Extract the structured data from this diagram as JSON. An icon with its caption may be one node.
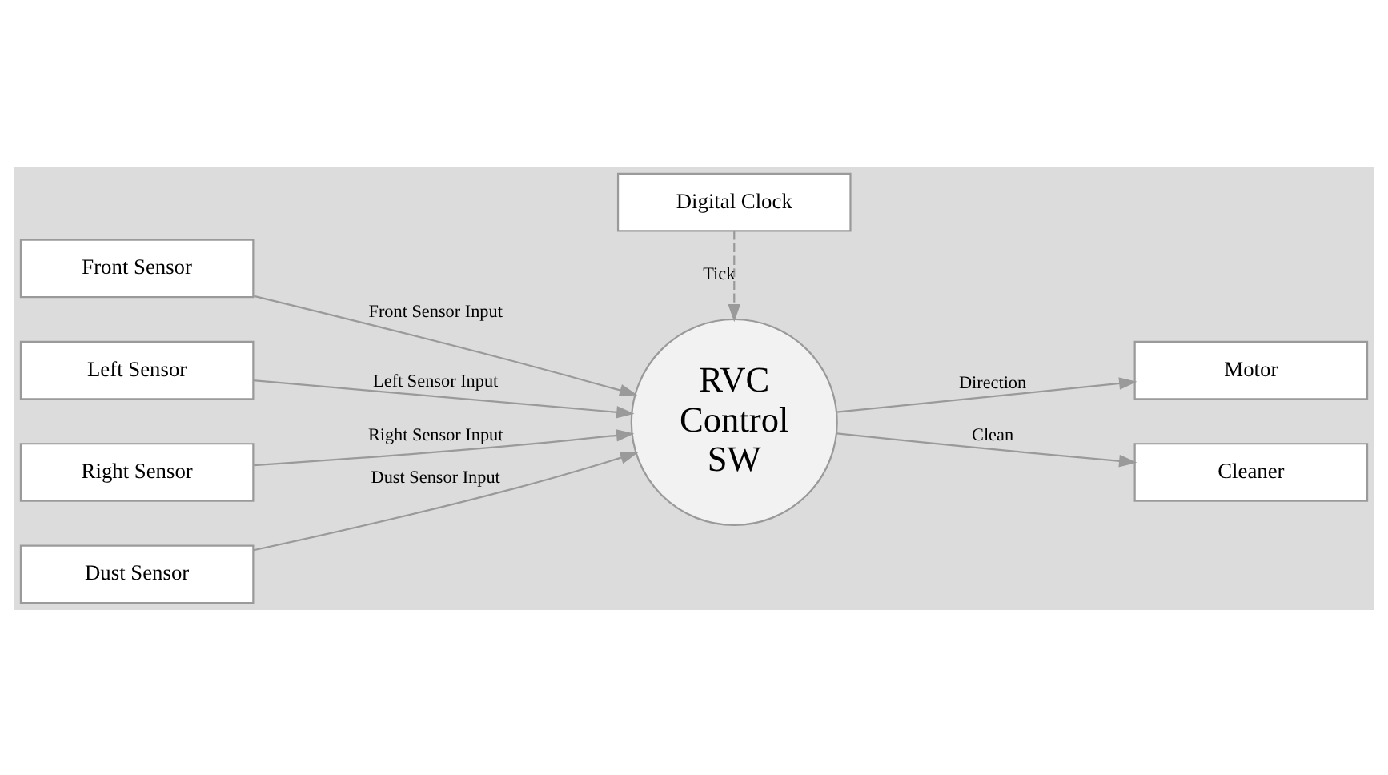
{
  "diagram": {
    "nodes": [
      {
        "text": [
          "Front Sensor"
        ]
      },
      {
        "text": [
          "Left Sensor"
        ]
      },
      {
        "text": [
          "Right Sensor"
        ]
      },
      {
        "text": [
          "Dust Sensor"
        ]
      },
      {
        "text": [
          "RVC Control SW"
        ]
      },
      {
        "text": [
          "Motor"
        ]
      },
      {
        "text": [
          "Cleaner"
        ]
      },
      {
        "text": [
          "Digital Clock"
        ]
      }
    ],
    "edges": [
      {
        "from": 0,
        "to": 4,
        "arrow": "to",
        "label": "Front Sensor Input"
      },
      {
        "from": 1,
        "to": 4,
        "arrow": "to",
        "label": "Left Sensor Input"
      },
      {
        "from": 2,
        "to": 4,
        "arrow": "to",
        "label": "Right Sensor Input"
      },
      {
        "from": 3,
        "to": 4,
        "arrow": "to",
        "label": "Dust Sensor Input"
      },
      {
        "from": 4,
        "to": 5,
        "arrow": "to",
        "label": "Direction"
      },
      {
        "from": 4,
        "to": 6,
        "arrow": "to",
        "label": "Clean"
      },
      {
        "from": 7,
        "to": 4,
        "arrow": "to",
        "label": "Tick",
        "style": "dashed"
      }
    ]
  }
}
